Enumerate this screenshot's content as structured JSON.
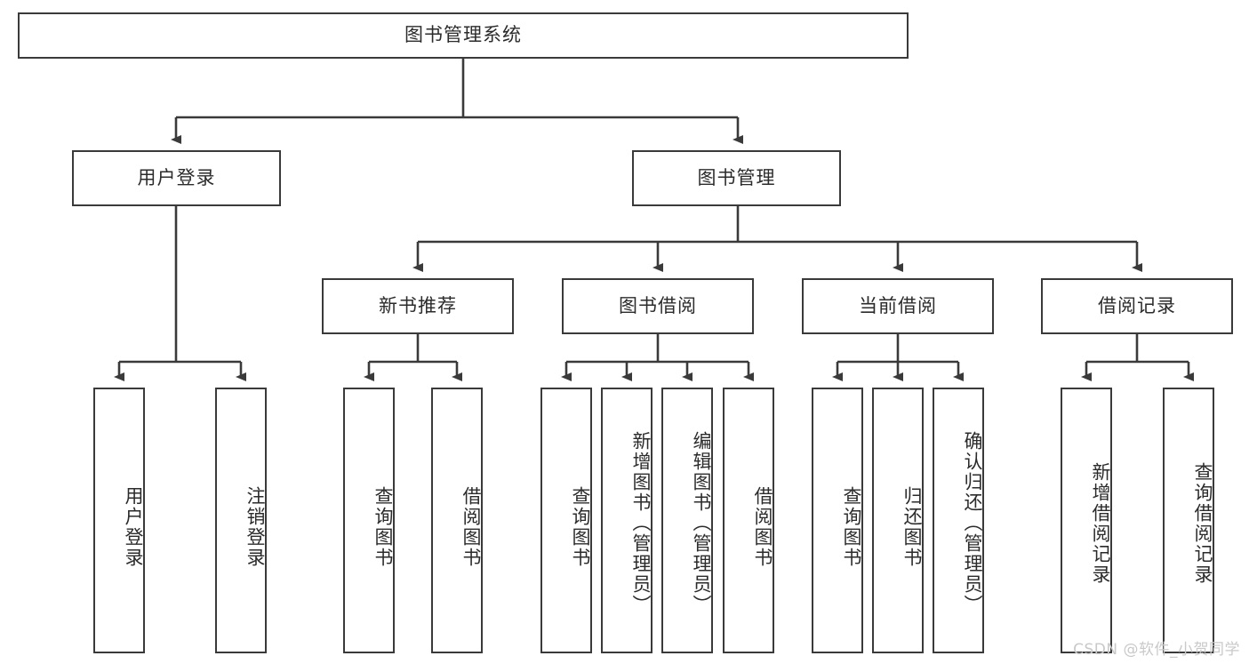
{
  "diagram": {
    "title_node": {
      "label": "图书管理系统"
    },
    "level2": [
      {
        "id": "user-login",
        "label": "用户登录"
      },
      {
        "id": "book-management",
        "label": "图书管理"
      }
    ],
    "level3": [
      {
        "id": "new-book-recommend",
        "label": "新书推荐"
      },
      {
        "id": "book-borrow",
        "label": "图书借阅"
      },
      {
        "id": "current-borrow",
        "label": "当前借阅"
      },
      {
        "id": "borrow-record",
        "label": "借阅记录"
      }
    ],
    "leaves": {
      "user_login": [
        {
          "id": "leaf-user-login",
          "label": "用户登录"
        },
        {
          "id": "leaf-logout-login",
          "label": "注销登录"
        }
      ],
      "new_book_recommend": [
        {
          "id": "leaf-query-book-1",
          "label": "查询图书"
        },
        {
          "id": "leaf-borrow-book-1",
          "label": "借阅图书"
        }
      ],
      "book_borrow": [
        {
          "id": "leaf-query-book-2",
          "label": "查询图书"
        },
        {
          "id": "leaf-add-book",
          "label": "新增图书（管理员）"
        },
        {
          "id": "leaf-edit-book",
          "label": "编辑图书（管理员）"
        },
        {
          "id": "leaf-borrow-book-2",
          "label": "借阅图书"
        }
      ],
      "current_borrow": [
        {
          "id": "leaf-query-book-3",
          "label": "查询图书"
        },
        {
          "id": "leaf-return-book",
          "label": "归还图书"
        },
        {
          "id": "leaf-confirm-return",
          "label": "确认归还（管理员）"
        }
      ],
      "borrow_record": [
        {
          "id": "leaf-add-record",
          "label": "新增借阅记录"
        },
        {
          "id": "leaf-query-record",
          "label": "查询借阅记录"
        }
      ]
    },
    "colors": {
      "border": "#3a3a3a",
      "text": "#2b2b2b",
      "background": "#ffffff",
      "watermark": "#c9c9c9"
    }
  },
  "watermark": {
    "text": "CSDN @软件_小贺同学"
  }
}
